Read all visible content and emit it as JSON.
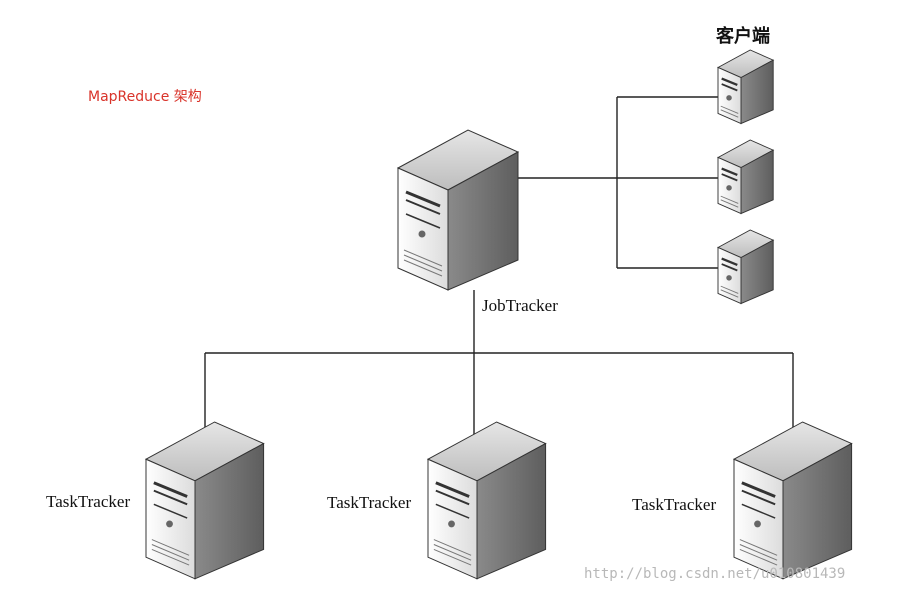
{
  "title": "MapReduce 架构",
  "job_tracker": {
    "label": "JobTracker"
  },
  "clients": {
    "label": "客户端",
    "count": 3
  },
  "task_trackers": [
    {
      "label": "TaskTracker"
    },
    {
      "label": "TaskTracker"
    },
    {
      "label": "TaskTracker"
    }
  ],
  "watermark": "http://blog.csdn.net/u010801439",
  "colors": {
    "title": "#d9332a",
    "line": "#222222",
    "server_front": "#f2f2f2",
    "server_side": "#9a9a9a"
  }
}
